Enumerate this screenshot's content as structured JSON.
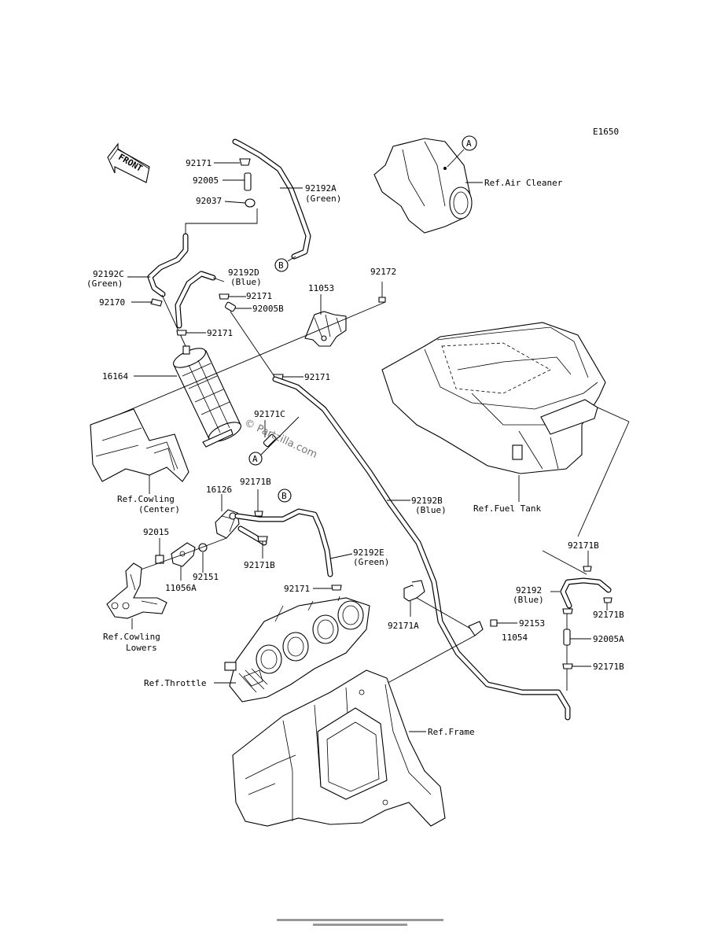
{
  "diagram_code": "E1650",
  "front_label": "FRONT",
  "watermark": "© Partzilla.com",
  "labels": {
    "l92171_top": "92171",
    "l92005": "92005",
    "l92037": "92037",
    "l92192a": "92192A",
    "l92192a_color": "(Green)",
    "l92192c": "92192C",
    "l92192c_color": "(Green)",
    "l92192d": "92192D",
    "l92192d_color": "(Blue)",
    "l92171_d": "92171",
    "l92005b": "92005B",
    "l11053": "11053",
    "l92172": "92172",
    "l92170": "92170",
    "l92171_mid": "92171",
    "l92171_center": "92171",
    "l16164": "16164",
    "l92171c": "92171C",
    "ref_air_cleaner": "Ref.Air Cleaner",
    "ref_fuel_tank": "Ref.Fuel Tank",
    "ref_cowling_center": "Ref.Cowling",
    "ref_cowling_center_2": "(Center)",
    "l16126": "16126",
    "l92171b_a": "92171B",
    "l92015": "92015",
    "l92151": "92151",
    "l11056a": "11056A",
    "l92171b_b": "92171B",
    "l92192e": "92192E",
    "l92192e_color": "(Green)",
    "l92192b": "92192B",
    "l92192b_color": "(Blue)",
    "l92171_lower": "92171",
    "ref_cowling_lowers": "Ref.Cowling",
    "ref_cowling_lowers_2": "Lowers",
    "ref_throttle": "Ref.Throttle",
    "l92171a": "92171A",
    "l92153": "92153",
    "l11054": "11054",
    "l92171b_c": "92171B",
    "l92192": "92192",
    "l92192_color": "(Blue)",
    "l92171b_d": "92171B",
    "l92005a": "92005A",
    "l92171b_e": "92171B",
    "ref_frame": "Ref.Frame"
  },
  "markers": {
    "a": "A",
    "b": "B"
  }
}
